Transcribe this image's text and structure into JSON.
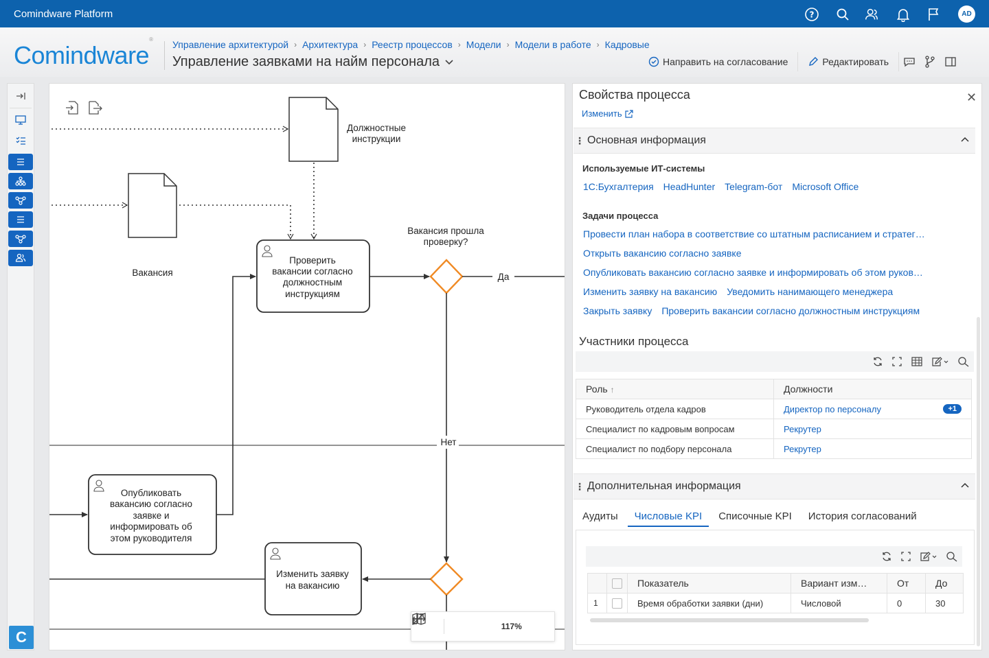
{
  "app": {
    "brand": "Comindware Platform",
    "avatar": "AD",
    "logo": "Comindware"
  },
  "breadcrumbs": [
    "Управление архитектурой",
    "Архитектура",
    "Реестр процессов",
    "Модели",
    "Модели в работе",
    "Кадровые"
  ],
  "page_title": "Управление заявками на найм персонала",
  "actions": {
    "approve": "Направить на согласование",
    "edit": "Редактировать"
  },
  "diagram": {
    "doc1": [
      "Должностные",
      "инструкции"
    ],
    "doc2": "Вакансия",
    "task1": [
      "Проверить",
      "вакансии согласно",
      "должностным",
      "инструкциям"
    ],
    "gateway_q": [
      "Вакансия прошла",
      "проверку?"
    ],
    "yes": "Да",
    "no": "Нет",
    "task2": [
      "Опубликовать",
      "вакансию согласно",
      "заявке и",
      "информировать об",
      "этом руководителя"
    ],
    "task3": [
      "Изменить заявку",
      "на вакансию"
    ],
    "zoom": "117%"
  },
  "panel": {
    "title": "Свойства процесса",
    "edit_link": "Изменить",
    "section_main": "Основная информация",
    "it_label": "Используемые ИТ-системы",
    "it_systems": [
      "1С:Бухгалтерия",
      "HeadHunter",
      "Telegram-бот",
      "Microsoft Office"
    ],
    "tasks_label": "Задачи процесса",
    "tasks": [
      [
        "Провести план набора в соответствие со штатным расписанием и стратег…"
      ],
      [
        "Открыть вакансию согласно заявке"
      ],
      [
        "Опубликовать вакансию согласно заявке и информировать об этом руков…"
      ],
      [
        "Изменить заявку на вакансию",
        "Уведомить нанимающего менеджера"
      ],
      [
        "Закрыть заявку",
        "Проверить вакансии согласно должностным инструкциям"
      ]
    ],
    "participants_title": "Участники процесса",
    "participants_headers": {
      "role": "Роль",
      "positions": "Должности"
    },
    "participants": [
      {
        "role": "Руководитель отдела кадров",
        "position": "Директор по персоналу",
        "badge": "+1"
      },
      {
        "role": "Специалист по кадровым вопросам",
        "position": "Рекрутер",
        "badge": ""
      },
      {
        "role": "Специалист по подбору персонала",
        "position": "Рекрутер",
        "badge": ""
      }
    ],
    "section_extra": "Дополнительная информация",
    "tabs": [
      "Аудиты",
      "Числовые KPI",
      "Списочные KPI",
      "История согласований"
    ],
    "active_tab": 1,
    "kpi_headers": {
      "indicator": "Показатель",
      "variant": "Вариант изм…",
      "from": "От",
      "to": "До"
    },
    "kpi_rows": [
      {
        "n": "1",
        "indicator": "Время обработки заявки (дни)",
        "variant": "Числовой",
        "from": "0",
        "to": "30"
      }
    ]
  },
  "colors": {
    "topbar": "#0d62ad",
    "link": "#1565c0",
    "gateway": "#f08a24"
  }
}
